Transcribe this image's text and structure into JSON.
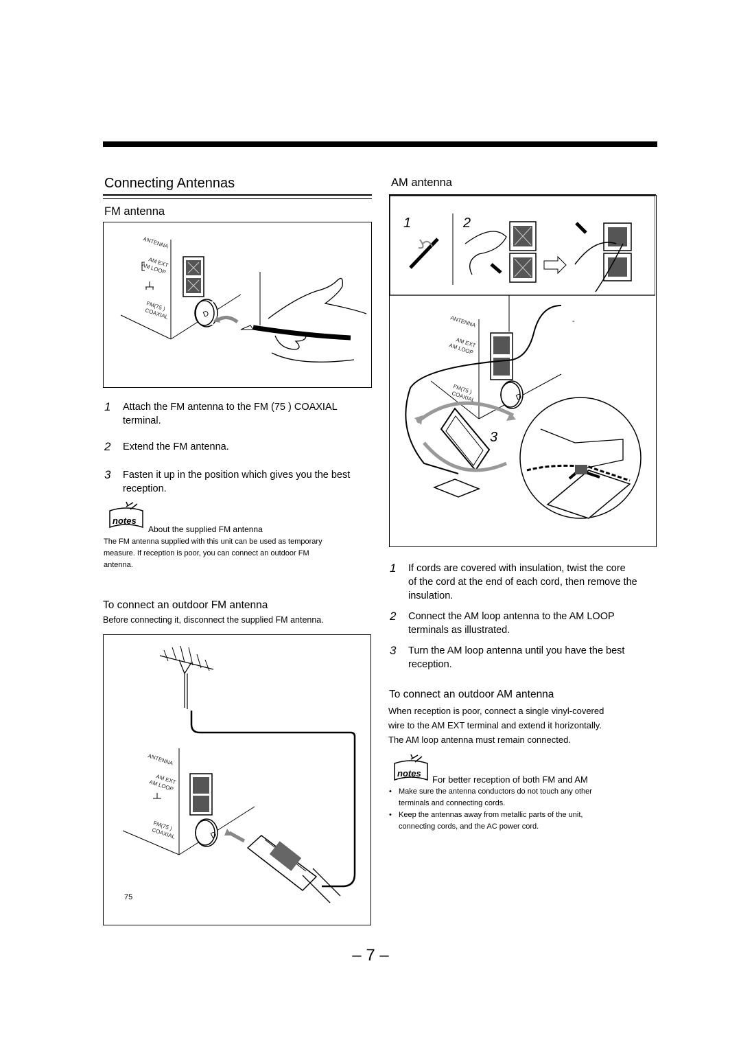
{
  "page": {
    "title": "Connecting Antennas",
    "page_number": "– 7 –"
  },
  "fm": {
    "heading": "FM antenna",
    "figure_labels": {
      "antenna": "ANTENNA",
      "am_ext": "AM EXT",
      "am_loop": "AM LOOP",
      "fm": "FM(75   )",
      "coaxial": "COAXIAL"
    },
    "steps": [
      {
        "num": "1",
        "text_line1": "Attach the FM antenna to the FM (75   ) COAXIAL",
        "text_line2": "terminal."
      },
      {
        "num": "2",
        "text_line1": "Extend the FM antenna.",
        "text_line2": ""
      },
      {
        "num": "3",
        "text_line1": "Fasten it up in the position which gives you the best",
        "text_line2": "reception."
      }
    ],
    "notes": {
      "badge": "notes",
      "title": "About the supplied FM antenna",
      "line1": "The FM antenna supplied with this unit can be used as temporary",
      "line2": "measure. If reception is poor, you can connect an outdoor FM",
      "line3": "antenna."
    },
    "outdoor": {
      "heading": "To connect an outdoor FM antenna",
      "text": "Before connecting it, disconnect the supplied FM antenna.",
      "figure_caption": "75"
    }
  },
  "am": {
    "heading": "AM antenna",
    "figure_step_labels": [
      "1",
      "2",
      "3"
    ],
    "figure_dash": "-",
    "steps": [
      {
        "num": "1",
        "text_line1": "If cords are covered with insulation, twist the core",
        "text_line2": "of the cord at the end of each cord, then remove the",
        "text_line3": "insulation."
      },
      {
        "num": "2",
        "text_line1": "Connect the AM loop antenna to the AM LOOP",
        "text_line2": "terminals as illustrated.",
        "text_line3": ""
      },
      {
        "num": "3",
        "text_line1": "Turn the AM loop antenna until you have the best",
        "text_line2": "reception.",
        "text_line3": ""
      }
    ],
    "outdoor": {
      "heading": "To connect an outdoor AM antenna",
      "line1": "When reception is poor, connect a single vinyl-covered",
      "line2": "wire to the AM EXT terminal and extend it horizontally.",
      "line3": "The AM loop antenna must remain connected."
    },
    "notes": {
      "badge": "notes",
      "title": "For better reception of both FM and AM",
      "bullet1_line1": "Make sure the antenna conductors do not touch any other",
      "bullet1_line2": "terminals and connecting cords.",
      "bullet2_line1": "Keep the antennas away from metallic parts of the unit,",
      "bullet2_line2": "connecting cords, and the AC power cord."
    }
  }
}
